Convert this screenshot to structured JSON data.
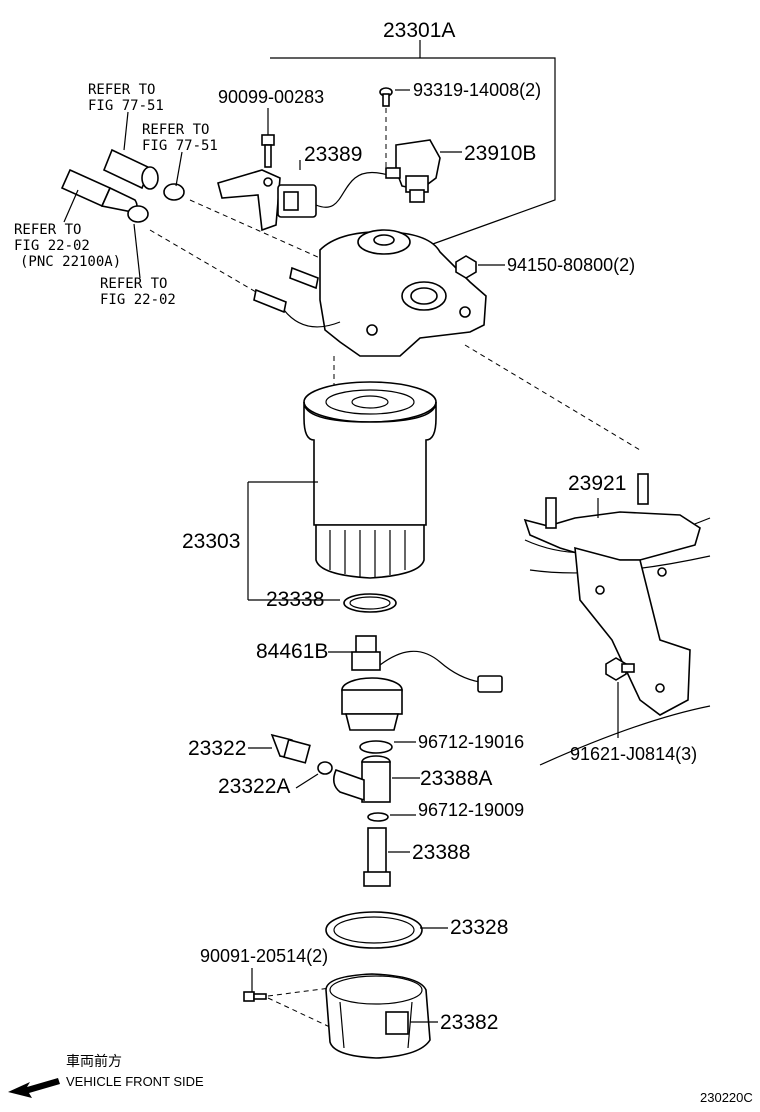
{
  "callouts": {
    "p23301A": "23301A",
    "p90099_00283": "90099-00283",
    "p93319_14008": "93319-14008(2)",
    "p23389": "23389",
    "p23910B": "23910B",
    "p94150_80800": "94150-80800(2)",
    "p23921": "23921",
    "p23303": "23303",
    "p23338": "23338",
    "p84461B": "84461B",
    "p96712_19016": "96712-19016",
    "p23322": "23322",
    "p23322A": "23322A",
    "p23388A": "23388A",
    "p96712_19009": "96712-19009",
    "p23388": "23388",
    "p23328": "23328",
    "p90091_20514": "90091-20514(2)",
    "p23382": "23382",
    "p91621_J0814": "91621-J0814(3)"
  },
  "references": {
    "ref1_line1": "REFER TO",
    "ref1_line2": "FIG 77-51",
    "ref2_line1": "REFER TO",
    "ref2_line2": "FIG 77-51",
    "ref3_line1": "REFER TO",
    "ref3_line2": "FIG 22-02",
    "ref3_line3": "(PNC 22100A)",
    "ref4_line1": "REFER TO",
    "ref4_line2": "FIG 22-02"
  },
  "footer": {
    "direction_jp": "車両前方",
    "direction_en": "VEHICLE FRONT SIDE",
    "drawing_id": "230220C"
  }
}
